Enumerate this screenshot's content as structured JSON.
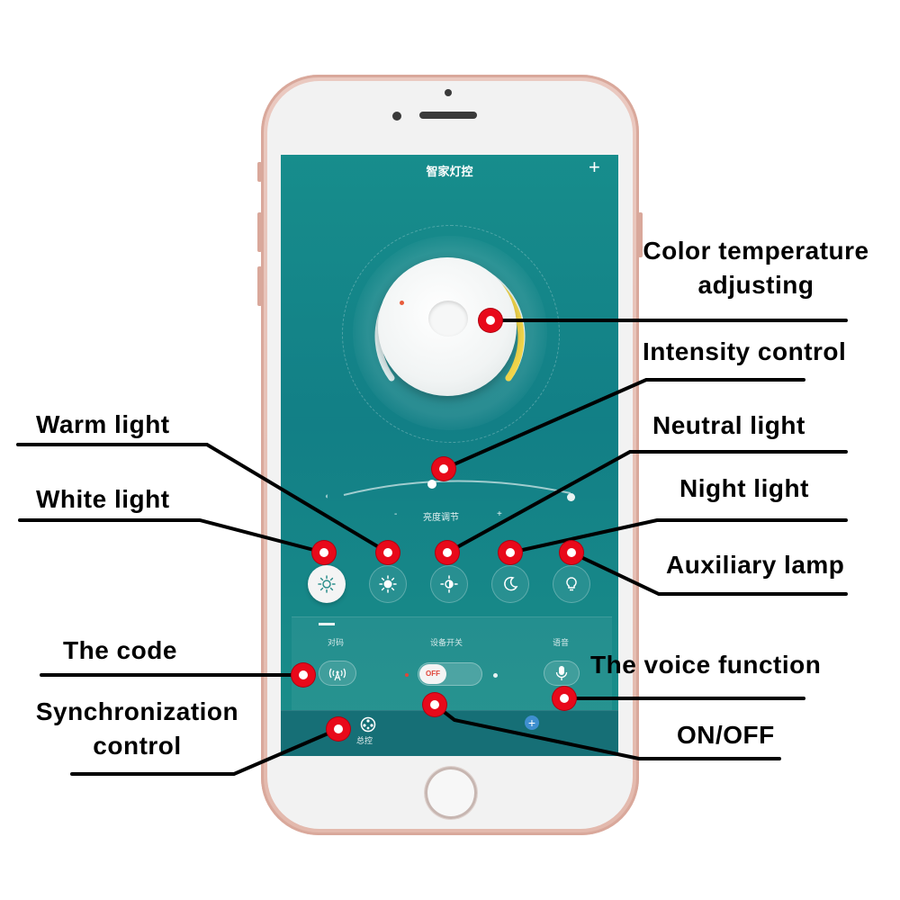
{
  "app": {
    "title": "智家灯控",
    "add_icon": "plus-icon"
  },
  "brightness": {
    "minus": "-",
    "label": "亮度调节",
    "plus": "+"
  },
  "modes": [
    {
      "id": "white",
      "icon": "sun-outline-icon",
      "active": true
    },
    {
      "id": "warm",
      "icon": "sun-filled-icon",
      "active": false
    },
    {
      "id": "neutral",
      "icon": "sun-half-icon",
      "active": false
    },
    {
      "id": "night",
      "icon": "moon-icon",
      "active": false
    },
    {
      "id": "auxiliary",
      "icon": "bulb-icon",
      "active": false
    }
  ],
  "panel": {
    "code_label": "对码",
    "switch_label": "设备开关",
    "voice_label": "语音",
    "switch_state": "OFF"
  },
  "tabbar": {
    "sync_label": "总控"
  },
  "colors": {
    "screen_teal": "#178d8c",
    "dial_ring_yellow": "#f2d64b",
    "marker_red": "#e8091a",
    "phone_rose_gold": "#e3b9ad"
  },
  "annotations": {
    "color_temperature": "Color temperature adjusting",
    "color_temperature_line1": "Color temperature",
    "color_temperature_line2": "adjusting",
    "intensity": "Intensity control",
    "warm": "Warm light",
    "neutral": "Neutral light",
    "white": "White light",
    "night": "Night light",
    "auxiliary": "Auxiliary lamp",
    "code": "The code",
    "voice": "The voice function",
    "sync_line1": "Synchronization",
    "sync_line2": "control",
    "onoff": "ON/OFF"
  }
}
